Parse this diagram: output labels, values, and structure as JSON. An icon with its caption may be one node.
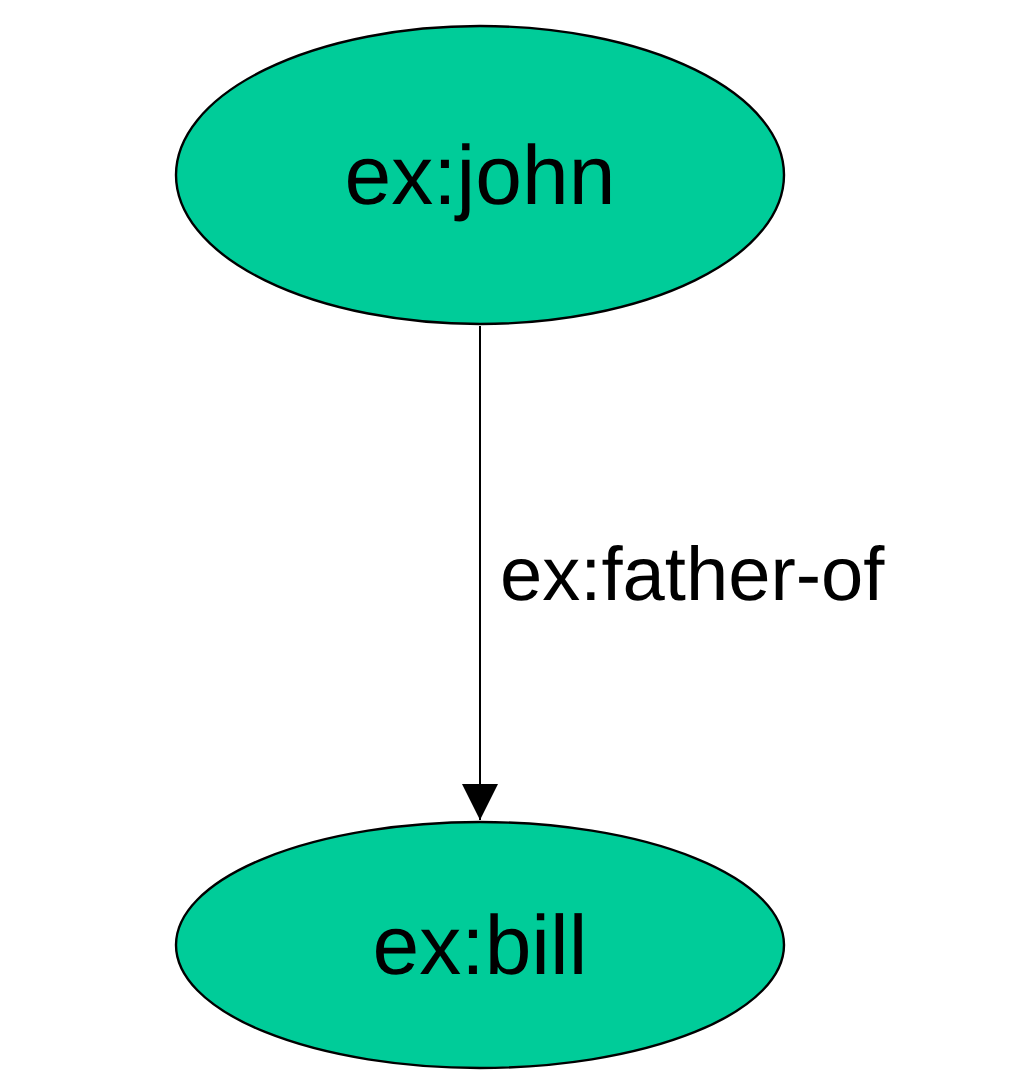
{
  "diagram": {
    "nodes": [
      {
        "text": [
          "ex:john"
        ]
      },
      {
        "text": [
          "ex:bill"
        ]
      }
    ],
    "edges": [
      {
        "from": 0,
        "to": 1,
        "label": "ex:father-of",
        "arrow": "to"
      }
    ]
  }
}
